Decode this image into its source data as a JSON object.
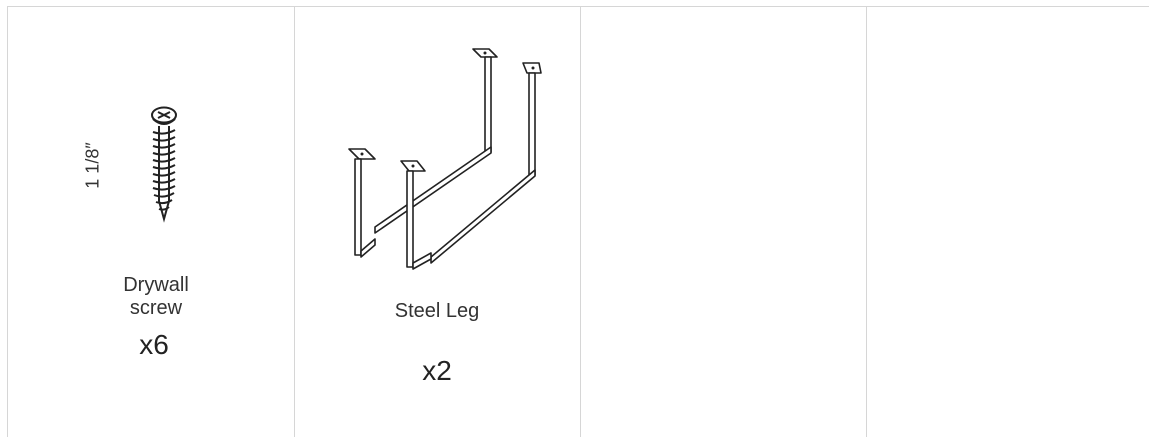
{
  "parts": [
    {
      "icon": "drywall-screw-icon",
      "size": "1 1/8″",
      "name": "Drywall screw",
      "quantity": "x6"
    },
    {
      "icon": "steel-leg-icon",
      "name": "Steel Leg",
      "quantity": "x2"
    }
  ],
  "colors": {
    "grid_line": "#d6d6d6",
    "text": "#333333",
    "drawing": "#222222"
  }
}
